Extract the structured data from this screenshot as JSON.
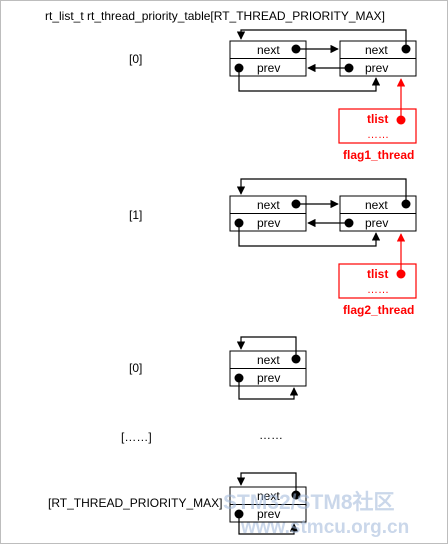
{
  "table_title": "rt_list_t rt_thread_priority_table[RT_THREAD_PRIORITY_MAX]",
  "rows": [
    {
      "index_label": "[0]",
      "list_node": {
        "next_label": "next",
        "prev_label": "prev"
      },
      "thread_node": {
        "next_label": "next",
        "prev_label": "prev"
      },
      "thread": {
        "field_label": "tlist",
        "ellipsis": "……",
        "name": "flag1_thread"
      }
    },
    {
      "index_label": "[1]",
      "list_node": {
        "next_label": "next",
        "prev_label": "prev"
      },
      "thread_node": {
        "next_label": "next",
        "prev_label": "prev"
      },
      "thread": {
        "field_label": "tlist",
        "ellipsis": "……",
        "name": "flag2_thread"
      }
    },
    {
      "index_label": "[0]",
      "list_node": {
        "next_label": "next",
        "prev_label": "prev"
      }
    },
    {
      "index_label": "[……]",
      "ellipsis": "……"
    },
    {
      "index_label": "[RT_THREAD_PRIORITY_MAX]",
      "list_node": {
        "next_label": "next",
        "prev_label": "prev"
      }
    }
  ],
  "watermark": {
    "line1": "STM32/STM8社区",
    "line2": "www.stmcu.org.cn"
  },
  "colors": {
    "line": "#000000",
    "thread_red": "#ff0000",
    "watermark": "#9fb7d9"
  }
}
